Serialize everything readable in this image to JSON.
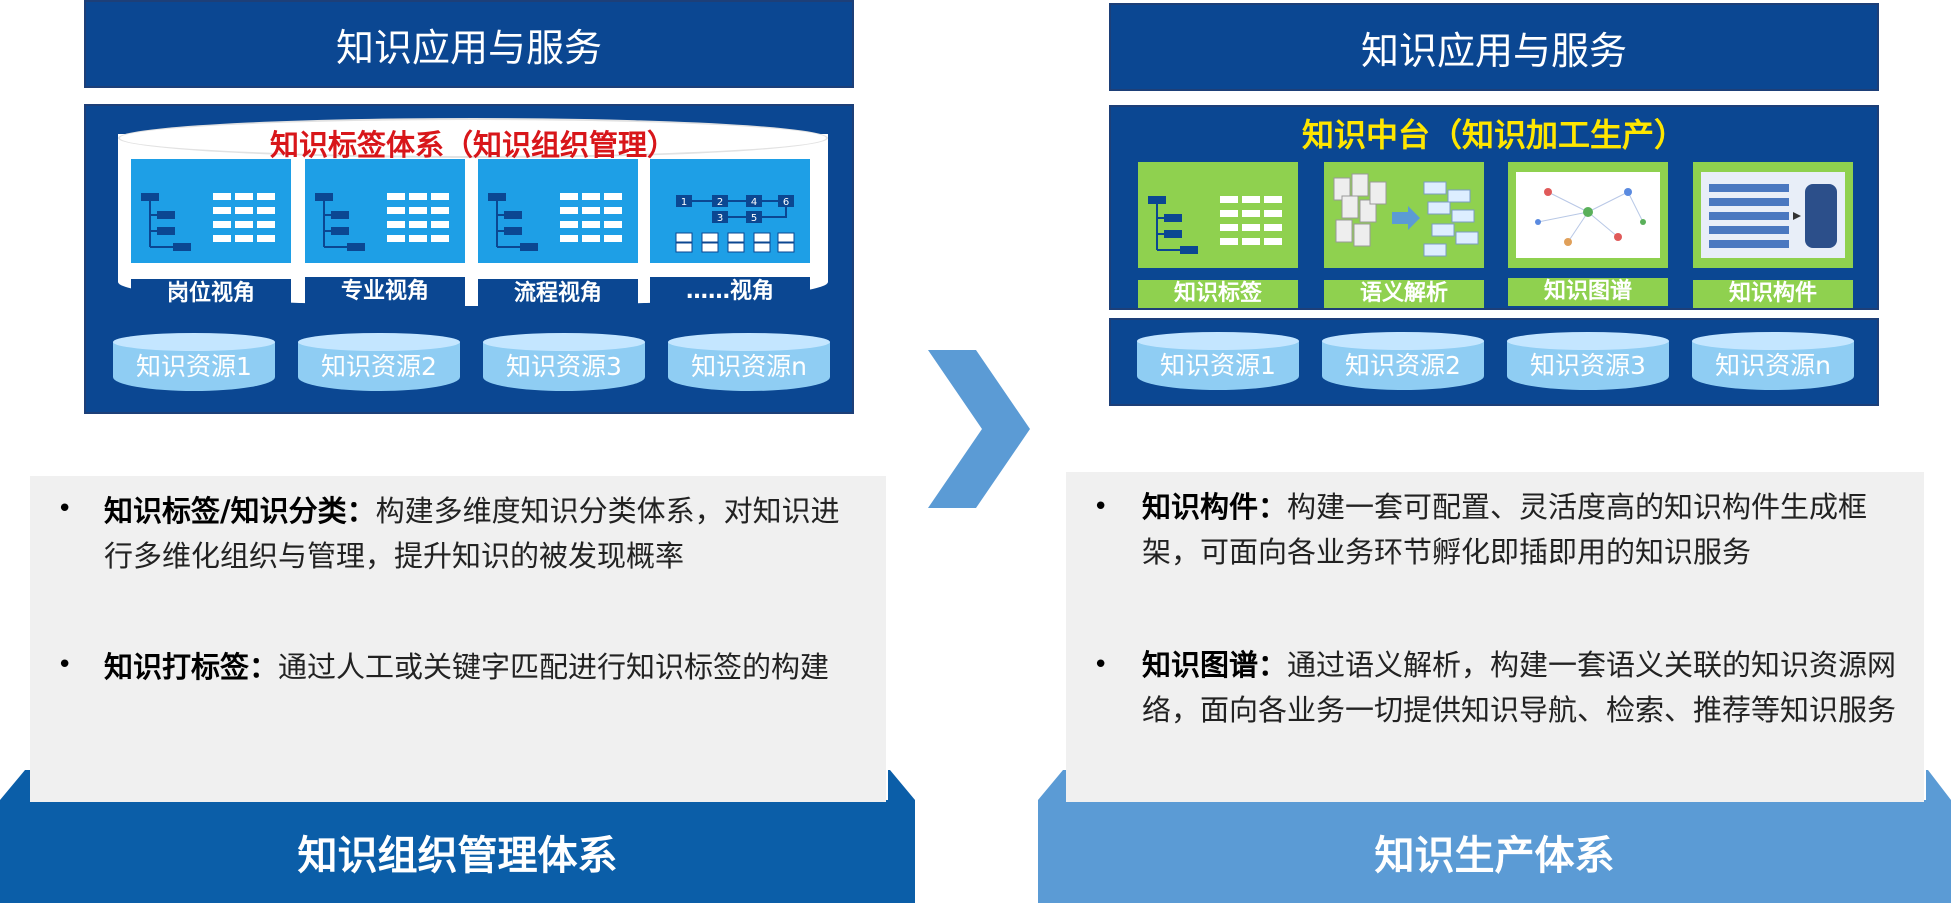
{
  "left": {
    "header": "知识应用与服务",
    "system_title": "知识标签体系（知识组织管理）",
    "views": [
      "岗位视角",
      "专业视角",
      "流程视角",
      "……视角"
    ],
    "resources": [
      "知识资源1",
      "知识资源2",
      "知识资源3",
      "知识资源n"
    ],
    "bullets": [
      {
        "bold": "知识标签/知识分类：",
        "text": "构建多维度知识分类体系，对知识进行多维化组织与管理，提升知识的被发现概率"
      },
      {
        "bold": "知识打标签：",
        "text": "通过人工或关键字匹配进行知识标签的构建"
      }
    ],
    "footer": "知识组织管理体系"
  },
  "right": {
    "header": "知识应用与服务",
    "system_title": "知识中台（知识加工生产）",
    "modules": [
      "知识标签",
      "语义解析",
      "知识图谱",
      "知识构件"
    ],
    "resources": [
      "知识资源1",
      "知识资源2",
      "知识资源3",
      "知识资源n"
    ],
    "bullets": [
      {
        "bold": "知识构件：",
        "text": "构建一套可配置、灵活度高的知识构件生成框架，可面向各业务环节孵化即插即用的知识服务"
      },
      {
        "bold": "知识图谱：",
        "text": "通过语义解析，构建一套语义关联的知识资源网络，面向各业务一切提供知识导航、检索、推荐等知识服务"
      }
    ],
    "footer": "知识生产体系"
  },
  "flow_numbers": [
    "1",
    "2",
    "4",
    "6",
    "3",
    "5"
  ],
  "colors": {
    "navy": "#0b4792",
    "tile_blue": "#1e9fe6",
    "green": "#8fd14f",
    "cyl": "#8fcdf3",
    "arrow": "#5b9bd5",
    "footer_left": "#0b5ea8",
    "footer_right": "#5b9bd5",
    "red_title": "#d8161a",
    "yellow_title": "#ffe600"
  }
}
